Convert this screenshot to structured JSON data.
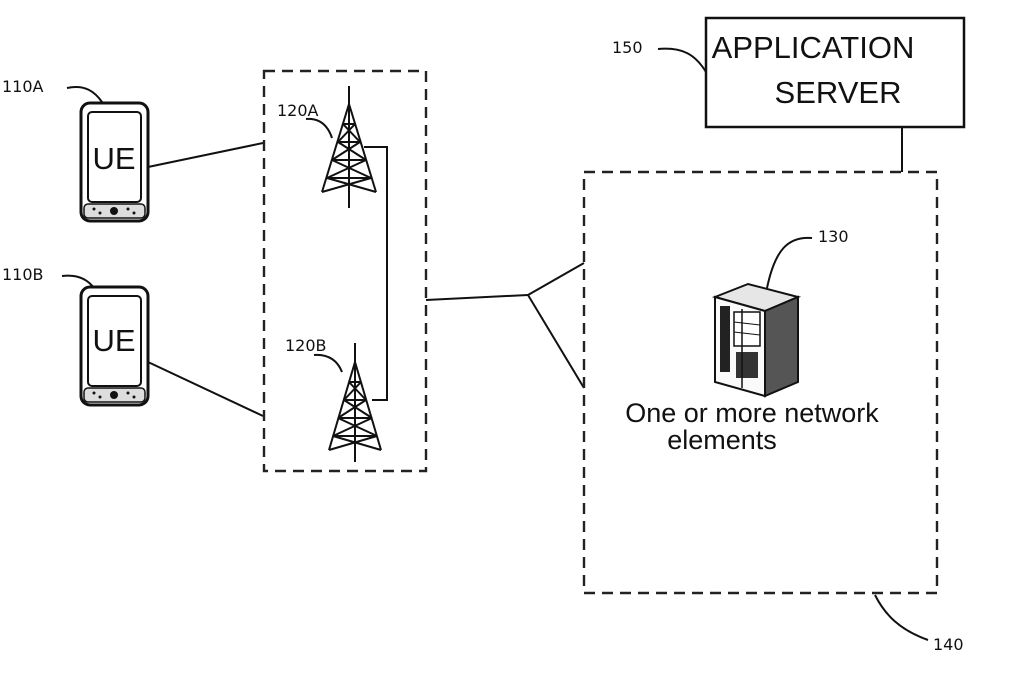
{
  "labels": {
    "ue_a_ref": "110A",
    "ue_b_ref": "110B",
    "tower_a_ref": "120A",
    "tower_b_ref": "120B",
    "network_element_ref": "130",
    "core_network_ref": "140",
    "app_server_ref": "150"
  },
  "ue_a_text": "UE",
  "ue_b_text": "UE",
  "app_server_line1": "APPLICATION",
  "app_server_line2": "SERVER",
  "network_elements_line1": "One or more network",
  "network_elements_line2": "elements",
  "icons": {
    "ue": "mobile-phone-icon",
    "tower": "cell-tower-icon",
    "network_element": "server-rack-icon"
  },
  "colors": {
    "ink": "#111111",
    "background": "#ffffff"
  }
}
